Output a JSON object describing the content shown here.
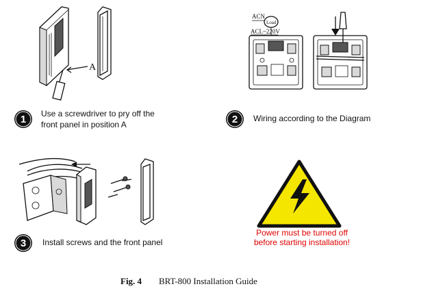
{
  "steps": [
    {
      "number": "1",
      "line1": "Use a screwdriver to pry off the",
      "line2": "front panel in position A"
    },
    {
      "number": "2",
      "line1": "Wiring according to the Diagram"
    },
    {
      "number": "3",
      "line1": "Install screws and the front panel"
    }
  ],
  "diagram": {
    "position_label": "A",
    "wiring_labels": {
      "acn": "ACN",
      "load": "Load",
      "acl": "ACL~220V"
    }
  },
  "warning": {
    "line1": "Power must be turned off",
    "line2": "before starting installation!",
    "triangle_color": "#f5e600",
    "text_color": "#e00000"
  },
  "caption": {
    "fig": "Fig. 4",
    "title": "BRT-800 Installation Guide"
  }
}
